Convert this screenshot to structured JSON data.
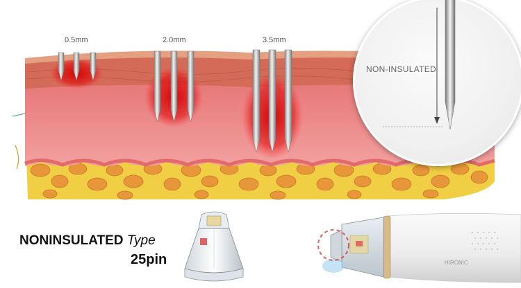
{
  "depth_labels": [
    {
      "text": "0.5mm"
    },
    {
      "text": "2.0mm"
    },
    {
      "text": "3.5mm"
    }
  ],
  "magnifier": {
    "label": "NON-INSULATED"
  },
  "product": {
    "type_bold": "NONINSULATED",
    "type_italic": "Type",
    "pins": "25pin"
  },
  "handpiece": {
    "brand_text": "HIRONIC"
  },
  "colors": {
    "skin_top": "#d8705e",
    "dermis": "#f08282",
    "fat": "#e79a3c",
    "fat_bg": "#f2d54a",
    "heat_red": "#d40000"
  }
}
